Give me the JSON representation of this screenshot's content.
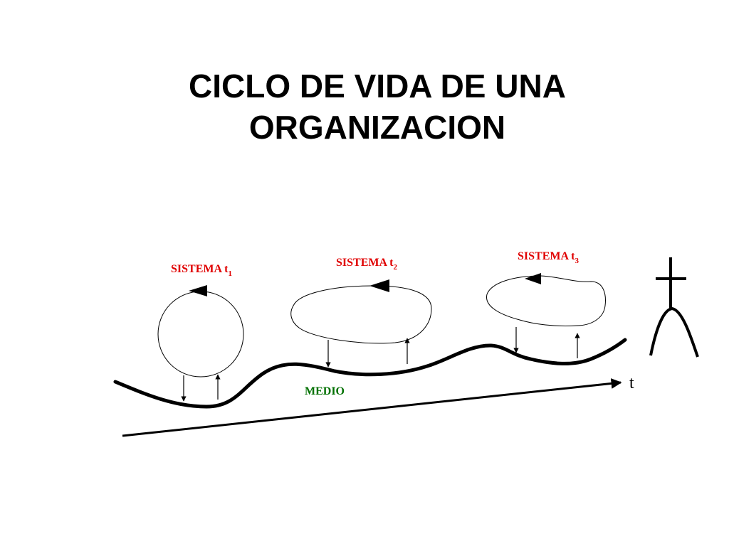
{
  "title": {
    "line1": "CICLO DE VIDA DE UNA",
    "line2": "ORGANIZACION"
  },
  "systems": [
    {
      "label": "SISTEMA t",
      "subscript": "1"
    },
    {
      "label": "SISTEMA t",
      "subscript": "2"
    },
    {
      "label": "SISTEMA t",
      "subscript": "3"
    }
  ],
  "environment_label": "MEDIO",
  "time_axis_label": "t",
  "colors": {
    "system_label": "#e00000",
    "environment_label": "#007000",
    "lines": "#000000"
  },
  "icons": {
    "end_symbol": "cross-on-figure-icon"
  }
}
